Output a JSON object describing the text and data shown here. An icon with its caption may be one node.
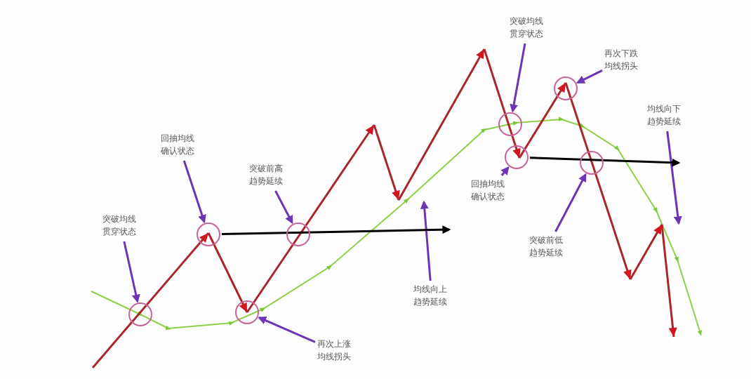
{
  "diagram": {
    "nodes": [
      {
        "text": [
          "突破均线贯穿状态"
        ]
      },
      {
        "text": [
          "回抽均线确认状态"
        ]
      },
      {
        "text": [
          "突破前高趋势延续"
        ]
      },
      {
        "text": [
          "再次上涨均线拐头"
        ]
      },
      {
        "text": [
          "均线向上趋势延续"
        ]
      },
      {
        "text": [
          "回抽均线确认状态"
        ]
      },
      {
        "text": [
          "突破均线贯穿状态"
        ]
      },
      {
        "text": [
          "再次下跌均线拐头"
        ]
      },
      {
        "text": [
          "突破前低趋势延续"
        ]
      },
      {
        "text": [
          "均线向下趋势延续"
        ]
      },
      {
        "text": [],
        "shape": "circle"
      },
      {
        "text": [],
        "shape": "circle"
      },
      {
        "text": [],
        "shape": "circle"
      },
      {
        "text": [],
        "shape": "circle"
      },
      {
        "text": [],
        "shape": "circle"
      },
      {
        "text": [],
        "shape": "circle"
      },
      {
        "text": [],
        "shape": "circle"
      },
      {
        "text": [],
        "shape": "circle"
      }
    ],
    "edges": [
      {
        "from": 0,
        "to": 10,
        "arrow": "to"
      },
      {
        "from": 1,
        "to": 11,
        "arrow": "to"
      },
      {
        "from": 2,
        "to": 13,
        "arrow": "to"
      },
      {
        "from": 3,
        "to": 12,
        "arrow": "to"
      },
      {
        "from": 4,
        "to": null,
        "arrow": "to"
      },
      {
        "from": 5,
        "to": 15,
        "arrow": "to"
      },
      {
        "from": 6,
        "to": 14,
        "arrow": "to"
      },
      {
        "from": 7,
        "to": 16,
        "arrow": "to"
      },
      {
        "from": 8,
        "to": 17,
        "arrow": "to"
      },
      {
        "from": 9,
        "to": null,
        "arrow": "to"
      },
      {
        "from": 11,
        "to": null,
        "arrow": "to",
        "color": "#000000"
      },
      {
        "from": 15,
        "to": null,
        "arrow": "to",
        "color": "#000000"
      }
    ]
  }
}
